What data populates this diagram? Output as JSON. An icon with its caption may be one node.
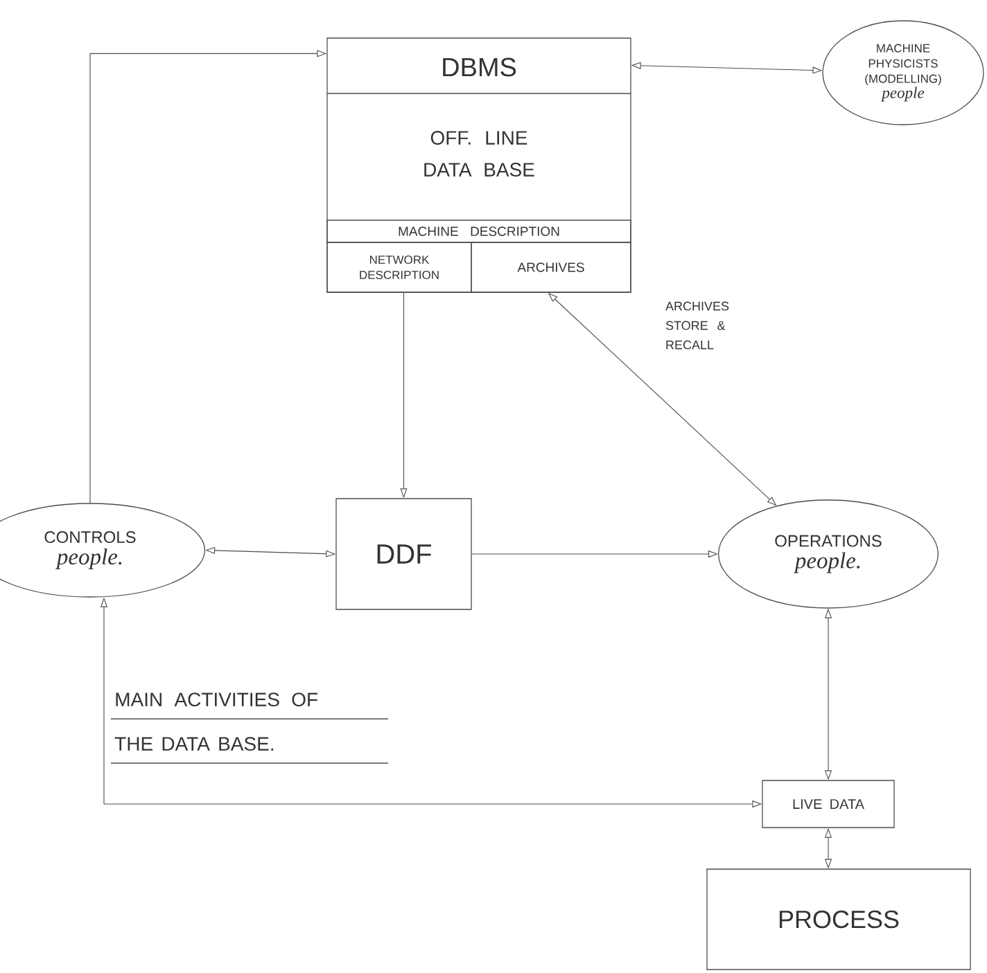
{
  "diagram": {
    "title": "MAIN ACTIVITIES OF THE DATA BASE.",
    "nodes": [
      {
        "text": [
          "DBMS",
          "OFF. LINE DATA BASE"
        ]
      },
      {
        "text": [
          "MACHINE DESCRIPTION"
        ],
        "in": 0
      },
      {
        "text": [
          "NETWORK DESCRIPTION"
        ],
        "in": 0
      },
      {
        "text": [
          "ARCHIVES"
        ],
        "in": 0
      },
      {
        "text": [
          "MACHINE PHYSICISTS (MODELLING)",
          "people"
        ]
      },
      {
        "text": [
          "CONTROLS",
          "people."
        ]
      },
      {
        "text": [
          "DDF"
        ]
      },
      {
        "text": [
          "OPERATIONS",
          "people."
        ]
      },
      {
        "text": [
          "LIVE DATA"
        ]
      },
      {
        "text": [
          "PROCESS"
        ]
      }
    ],
    "edges": [
      {
        "from": 0,
        "to": 4,
        "arrow": "both"
      },
      {
        "from": 5,
        "to": 0,
        "arrow": "to"
      },
      {
        "from": 0,
        "to": 6,
        "arrow": "to"
      },
      {
        "from": 0,
        "to": 7,
        "arrow": "both",
        "label": "ARCHIVES STORE & RECALL"
      },
      {
        "from": 5,
        "to": 6,
        "arrow": "both"
      },
      {
        "from": 6,
        "to": 7,
        "arrow": "to"
      },
      {
        "from": 7,
        "to": 8,
        "arrow": "both"
      },
      {
        "from": 5,
        "to": 8,
        "arrow": "both"
      },
      {
        "from": 8,
        "to": 9,
        "arrow": "both"
      }
    ]
  }
}
